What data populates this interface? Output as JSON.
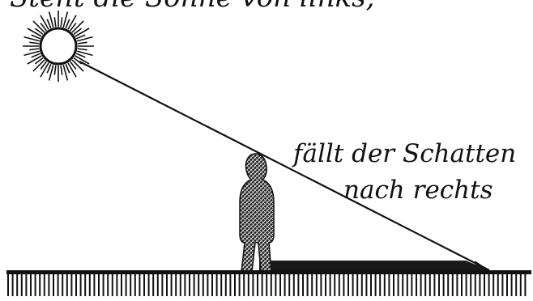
{
  "captions": {
    "top_partial": "Steht die Sonne von links,",
    "line1": "fällt der Schatten",
    "line2": "nach rechts"
  },
  "colors": {
    "ink": "#111111",
    "paper": "#ffffff"
  }
}
